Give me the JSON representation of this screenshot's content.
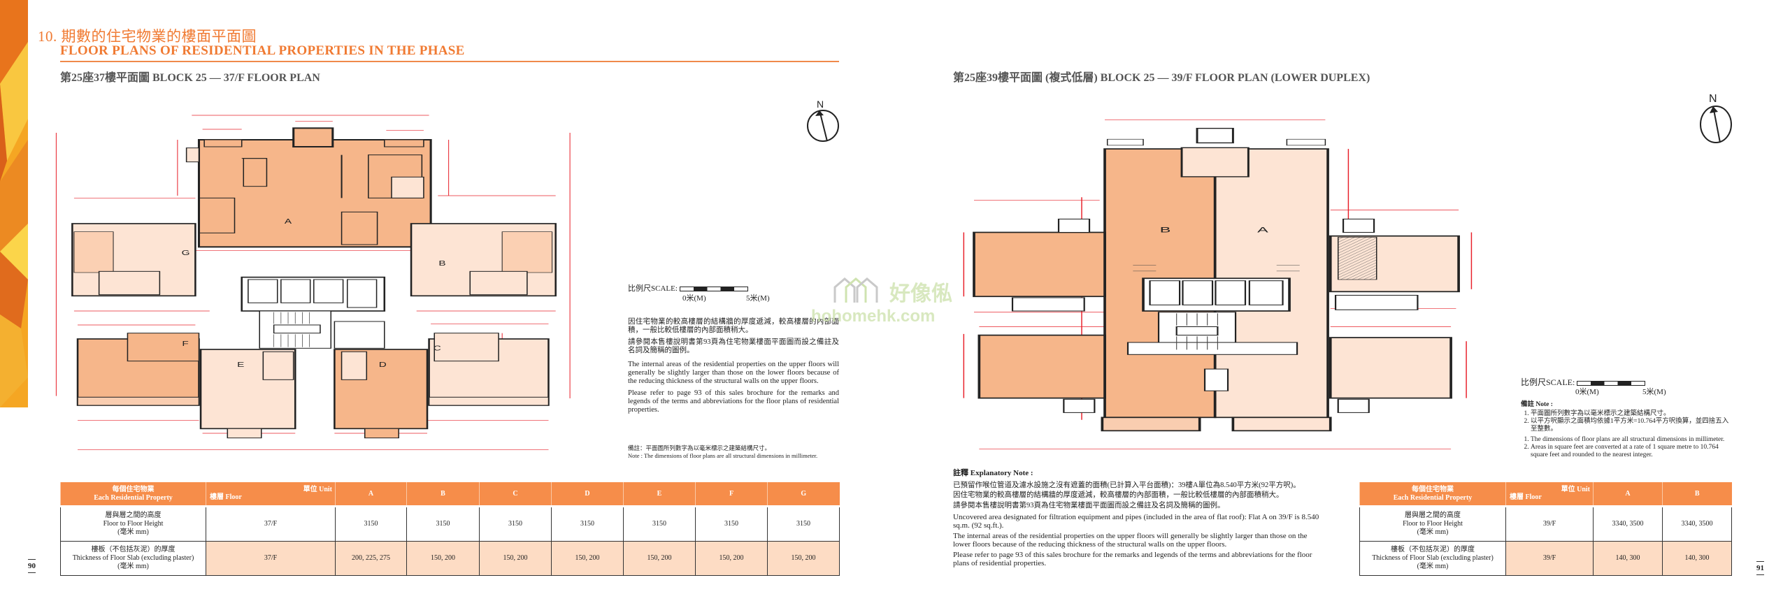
{
  "colors": {
    "accent": "#f07a32",
    "table_header": "#f68d4a",
    "table_shade": "#fddcc4",
    "dimension_red": "#e8202a",
    "unit_dark": "#f6b68a",
    "unit_light": "#fde4d4"
  },
  "left_page": {
    "section_title_cn": "10. 期數的住宅物業的樓面平面圖",
    "section_title_en": "FLOOR PLANS OF RESIDENTIAL PROPERTIES IN THE PHASE",
    "plan_title": "第25座37樓平面圖  BLOCK 25 — 37/F  FLOOR PLAN",
    "compass_label": "N",
    "unit_labels": [
      "A",
      "B",
      "C",
      "D",
      "E",
      "F",
      "G"
    ],
    "scale": {
      "label": "比例尺SCALE:",
      "start": "0米(M)",
      "end": "5米(M)"
    },
    "remarks_cn": [
      "因住宅物業的較高樓層的結構牆的厚度遞減，較高樓層的內部面積，一般比較低樓層的內部面積稍大。",
      "請參閱本售樓說明書第93頁為住宅物業樓面平面圖而設之備註及名詞及簡稱的圖例。"
    ],
    "remarks_en": [
      "The internal areas of the residential properties on the upper floors will generally be slightly larger than those on the lower floors because of the reducing thickness of the structural walls on the upper floors.",
      "Please refer to page 93 of this sales brochure for the remarks and legends of the terms and abbreviations for the floor plans of residential properties."
    ],
    "note_cn": "備註：平面圖所列數字為以毫米標示之建築結構尺寸。",
    "note_en": "Note : The dimensions of floor plans are all structural dimensions in millimeter.",
    "table": {
      "corner_cn": "每個住宅物業",
      "corner_en": "Each Residential Property",
      "unit_label": "單位 Unit",
      "floor_label": "樓層 Floor",
      "units": [
        "A",
        "B",
        "C",
        "D",
        "E",
        "F",
        "G"
      ],
      "rows": [
        {
          "label_cn": "層與層之間的高度",
          "label_en": "Floor to Floor Height",
          "label_unit": "(毫米 mm)",
          "floor": "37/F",
          "values": [
            "3150",
            "3150",
            "3150",
            "3150",
            "3150",
            "3150",
            "3150"
          ]
        },
        {
          "label_cn": "樓板（不包括灰泥）的厚度",
          "label_en": "Thickness of Floor Slab (excluding plaster)",
          "label_unit": "(毫米 mm)",
          "floor": "37/F",
          "values": [
            "200, 225, 275",
            "150, 200",
            "150, 200",
            "150, 200",
            "150, 200",
            "150, 200",
            "150, 200"
          ]
        }
      ]
    },
    "page_number": "90"
  },
  "watermark": {
    "cn": "好像俬",
    "en": "hohomehk.com"
  },
  "right_page": {
    "plan_title": "第25座39樓平面圖 (複式低層)  BLOCK 25 — 39/F FLOOR PLAN (LOWER DUPLEX)",
    "compass_label": "N",
    "unit_labels": [
      "B",
      "A"
    ],
    "scale": {
      "label": "比例尺SCALE:",
      "start": "0米(M)",
      "end": "5米(M)"
    },
    "notes_title": "備註 Note :",
    "notes_cn": [
      "平面圖所列數字為以毫米標示之建築結構尺寸。",
      "以平方呎顯示之面積均依據1平方米=10.764平方呎換算，並四捨五入至整數。"
    ],
    "notes_en": [
      "The dimensions of floor plans are all structural dimensions in millimeter.",
      "Areas in square feet are converted at a rate of 1 square metre to 10.764 square feet and rounded to the nearest integer."
    ],
    "explanatory_title": "註釋 Explanatory Note :",
    "explanatory_cn": [
      "已預留作喉位管道及濾水設施之沒有遮蓋的面積(已計算入平台面積)：39樓A單位為8.540平方米(92平方呎)。",
      "因住宅物業的較高樓層的結構牆的厚度遞減，較高樓層的內部面積，一般比較低樓層的內部面積稍大。",
      "請參閱本售樓說明書第93頁為住宅物業樓面平面圖而設之備註及名詞及簡稱的圖例。"
    ],
    "explanatory_en": [
      "Uncovered area designated for filtration equipment and pipes (included in the area of flat roof): Flat A on 39/F is 8.540 sq.m. (92 sq.ft.).",
      "The internal areas of the residential properties on the upper floors will generally be slightly larger than those on the lower floors because of the reducing thickness of the structural walls on the upper floors.",
      "Please refer to page 93 of this sales brochure for the remarks and legends of the terms and abbreviations for the floor plans of residential properties."
    ],
    "table": {
      "corner_cn": "每個住宅物業",
      "corner_en": "Each Residential Property",
      "unit_label": "單位 Unit",
      "floor_label": "樓層 Floor",
      "units": [
        "A",
        "B"
      ],
      "rows": [
        {
          "label_cn": "層與層之間的高度",
          "label_en": "Floor to Floor Height",
          "label_unit": "(毫米 mm)",
          "floor": "39/F",
          "values": [
            "3340, 3500",
            "3340, 3500"
          ]
        },
        {
          "label_cn": "樓板（不包括灰泥）的厚度",
          "label_en": "Thickness of Floor Slab (excluding plaster)",
          "label_unit": "(毫米 mm)",
          "floor": "39/F",
          "values": [
            "140, 300",
            "140, 300"
          ]
        }
      ]
    },
    "page_number": "91"
  }
}
